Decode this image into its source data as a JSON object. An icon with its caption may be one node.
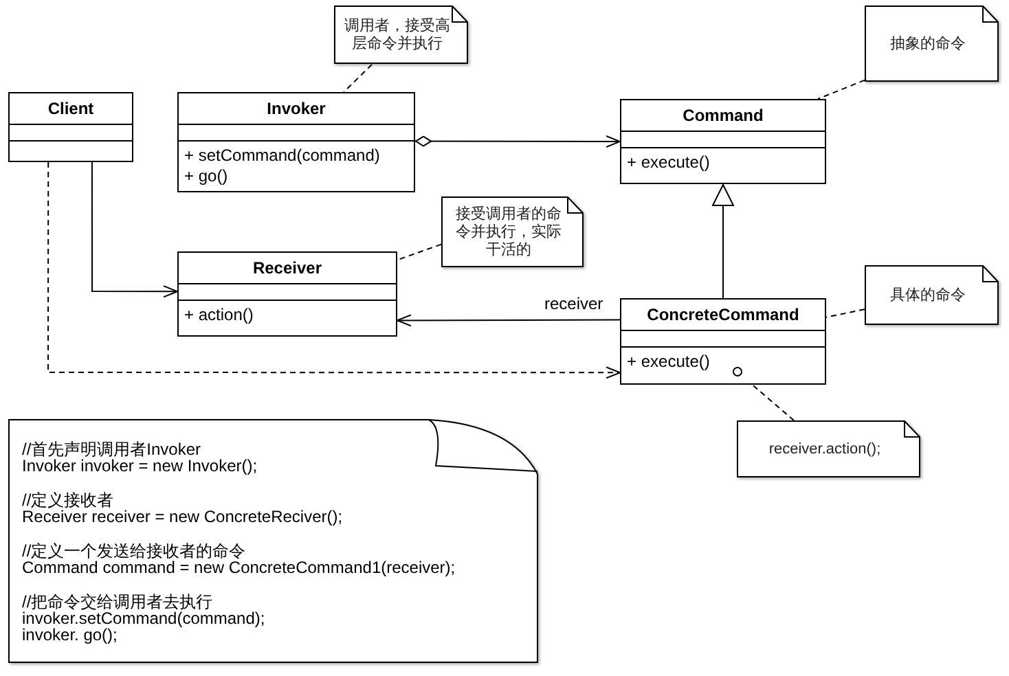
{
  "diagram": {
    "nodes": [
      {
        "text": [
          "调用者，接受高层命令并执行"
        ]
      },
      {
        "text": [
          "Client"
        ]
      },
      {
        "text": [
          "Invoker",
          "+ setCommand(command)",
          "+ go()"
        ]
      },
      {
        "text": [
          "Command",
          "+ execute()"
        ]
      },
      {
        "text": [
          "抽象的命令"
        ]
      },
      {
        "text": [
          "接受调用者的命令并执行，实际干活的"
        ]
      },
      {
        "text": [
          "Receiver",
          "+ action()"
        ]
      },
      {
        "text": [
          "ConcreteCommand",
          "+ execute()"
        ]
      },
      {
        "text": [
          "具体的命令"
        ]
      },
      {
        "text": [],
        "shape": "circle",
        "in": 7
      },
      {
        "text": [
          "receiver.action();"
        ]
      },
      {
        "text": [
          "//首先声明调用者Invoker",
          "Invoker invoker = new Invoker();",
          "//定义接收者",
          "Receiver receiver = new ConcreteReciver();",
          "//定义一个发送给接收者的命令",
          "Command command = new ConcreteCommand1(receiver);",
          "//把命令交给调用者去执行",
          "invoker.setCommand(command);",
          "invoker. go();"
        ]
      }
    ],
    "edges": [
      {
        "from": 0,
        "to": 2,
        "arrow": "none",
        "style": "dashed"
      },
      {
        "from": 2,
        "to": 3,
        "arrow": "to"
      },
      {
        "from": 4,
        "to": 3,
        "arrow": "none",
        "style": "dashed"
      },
      {
        "from": 1,
        "to": 6,
        "arrow": "to"
      },
      {
        "from": 5,
        "to": 6,
        "arrow": "none",
        "style": "dashed"
      },
      {
        "from": 7,
        "to": 6,
        "arrow": "to",
        "label": "receiver"
      },
      {
        "from": 7,
        "to": 3,
        "arrow": "to"
      },
      {
        "from": 8,
        "to": 7,
        "arrow": "none",
        "style": "dashed"
      },
      {
        "from": 1,
        "to": 7,
        "arrow": "to",
        "style": "dashed"
      },
      {
        "from": 10,
        "to": 9,
        "arrow": "none",
        "style": "dashed"
      }
    ]
  }
}
